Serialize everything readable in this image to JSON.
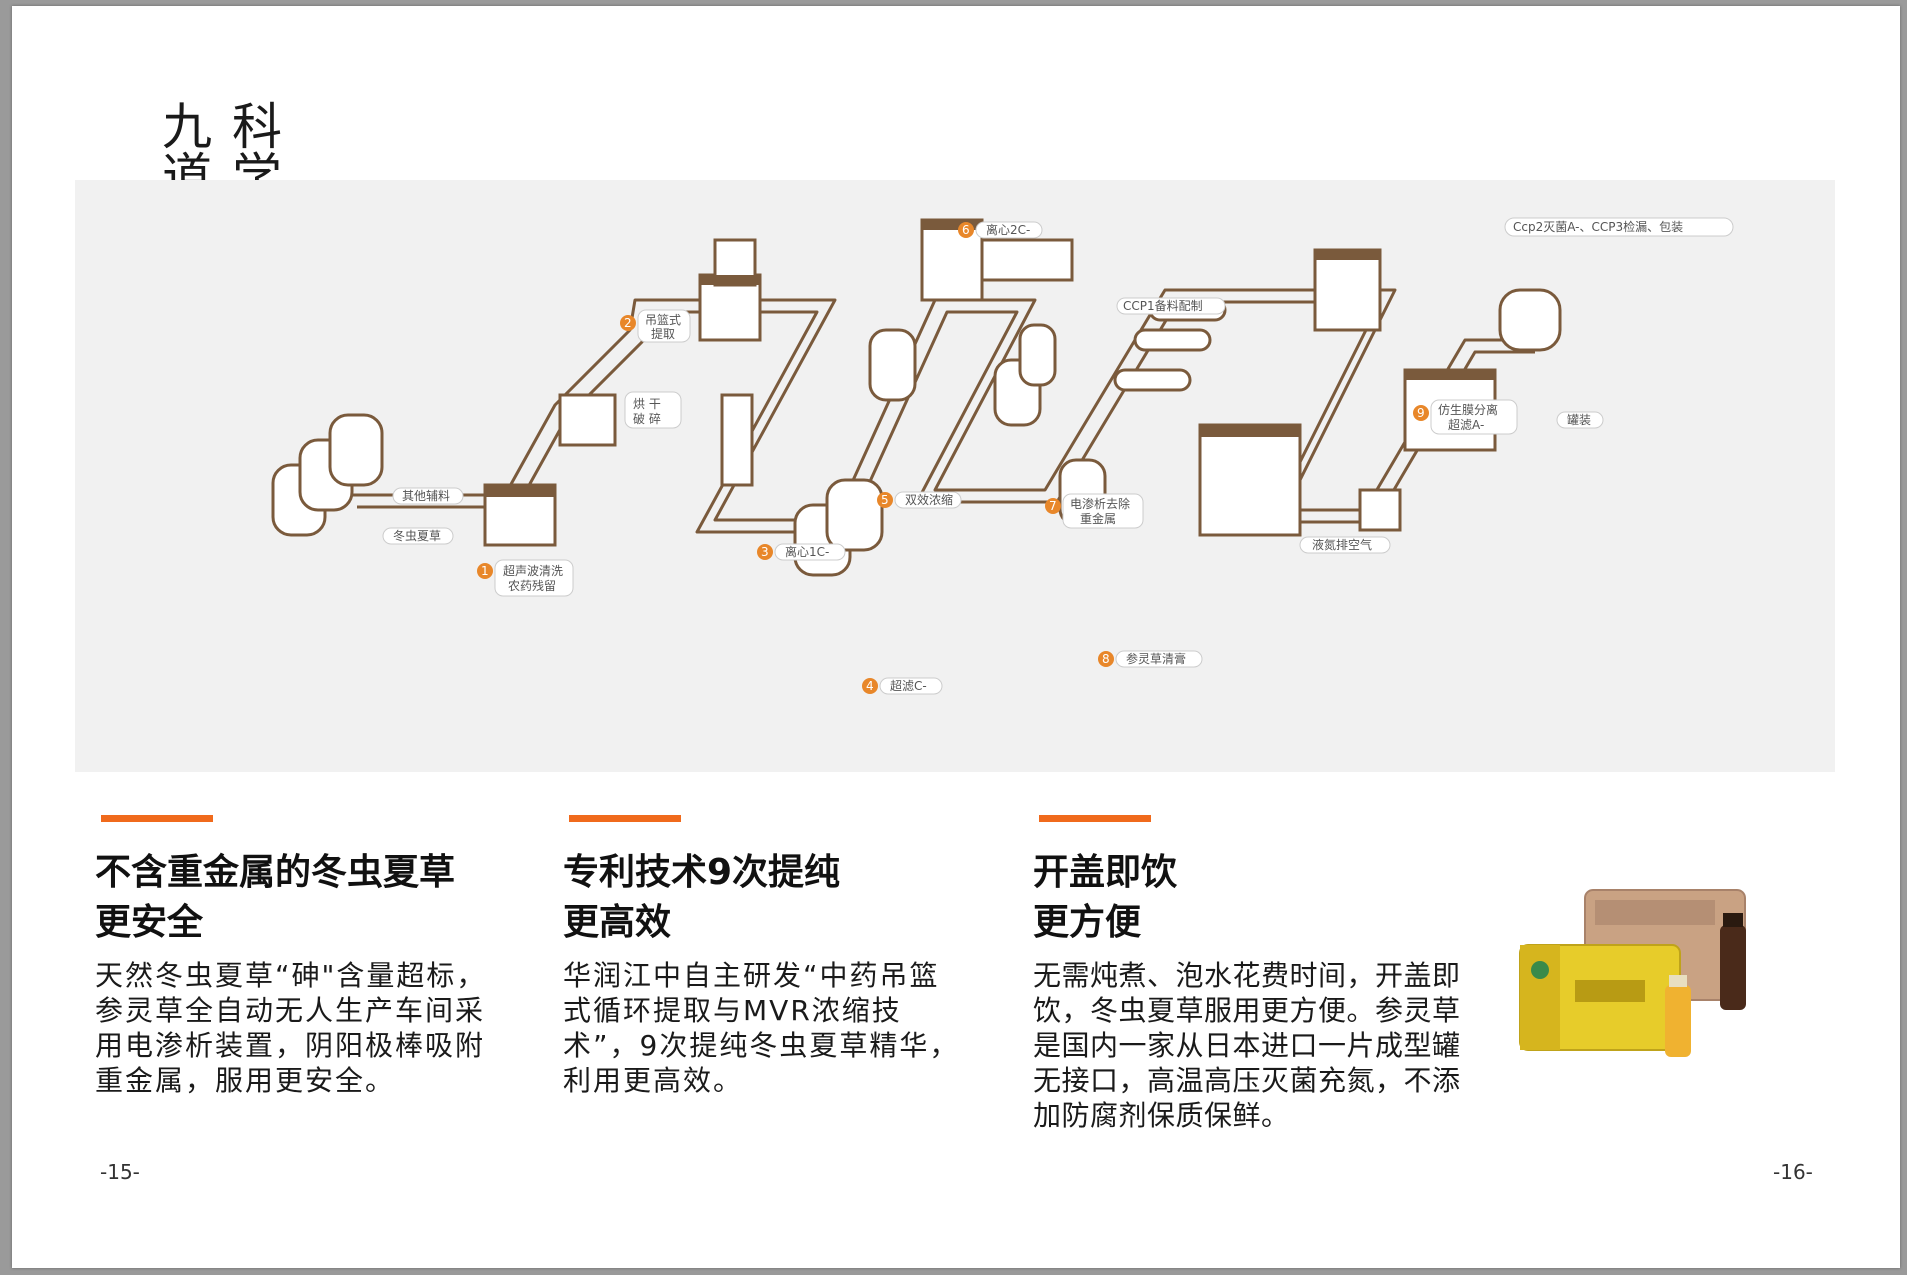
{
  "heading": {
    "line1": "科学去除重金属",
    "line2": "九道提纯新技术"
  },
  "process_steps": [
    {
      "num": "1",
      "label": "超声波清洗\n农药残留"
    },
    {
      "num": "2",
      "label": "吊篮式\n提取"
    },
    {
      "num": "3",
      "label": "离心1C-"
    },
    {
      "num": "4",
      "label": "超滤C-"
    },
    {
      "num": "5",
      "label": "双效浓缩"
    },
    {
      "num": "6",
      "label": "离心2C-"
    },
    {
      "num": "7",
      "label": "电渗析去除\n重金属"
    },
    {
      "num": "8",
      "label": "参灵草清膏"
    },
    {
      "num": "9",
      "label": "仿生膜分离\n超滤A-"
    }
  ],
  "diagram_labels": {
    "other": "其他辅料",
    "cordyceps": "冬虫夏草",
    "dry": "烘 干\n破 碎",
    "ccp1": "CCP1备料配制",
    "ccp2": "Ccp2灭菌A-、CCP3检漏、包装",
    "liquid_nitrogen": "液氮排空气",
    "canning": "罐装"
  },
  "columns": [
    {
      "title1": "不含重金属的冬虫夏草",
      "title2": "更安全",
      "body": "天然冬虫夏草“砷\"含量超标，参灵草全自动无人生产车间采用电渗析装置，阴阳极棒吸附重金属，服用更安全。"
    },
    {
      "title1": "专利技术9次提纯",
      "title2": "更高效",
      "body": "华润江中自主研发“中药吊篮式循环提取与MVR浓缩技术”，9次提纯冬虫夏草精华，利用更高效。"
    },
    {
      "title1": "开盖即饮",
      "title2": "更方便",
      "body": "无需炖煮、泡水花费时间，开盖即饮，冬虫夏草服用更方便。参灵草是国内一家从日本进口一片成型罐无接口，高温高压灭菌充氮，不添加防腐剂保质保鲜。"
    }
  ],
  "page_numbers": {
    "left": "-15-",
    "right": "-16-"
  },
  "colors": {
    "accent": "#f06a1c",
    "machine": "#7a5a3c",
    "diagram_bg": "#f1f1f1",
    "step_badge": "#e8872a"
  }
}
